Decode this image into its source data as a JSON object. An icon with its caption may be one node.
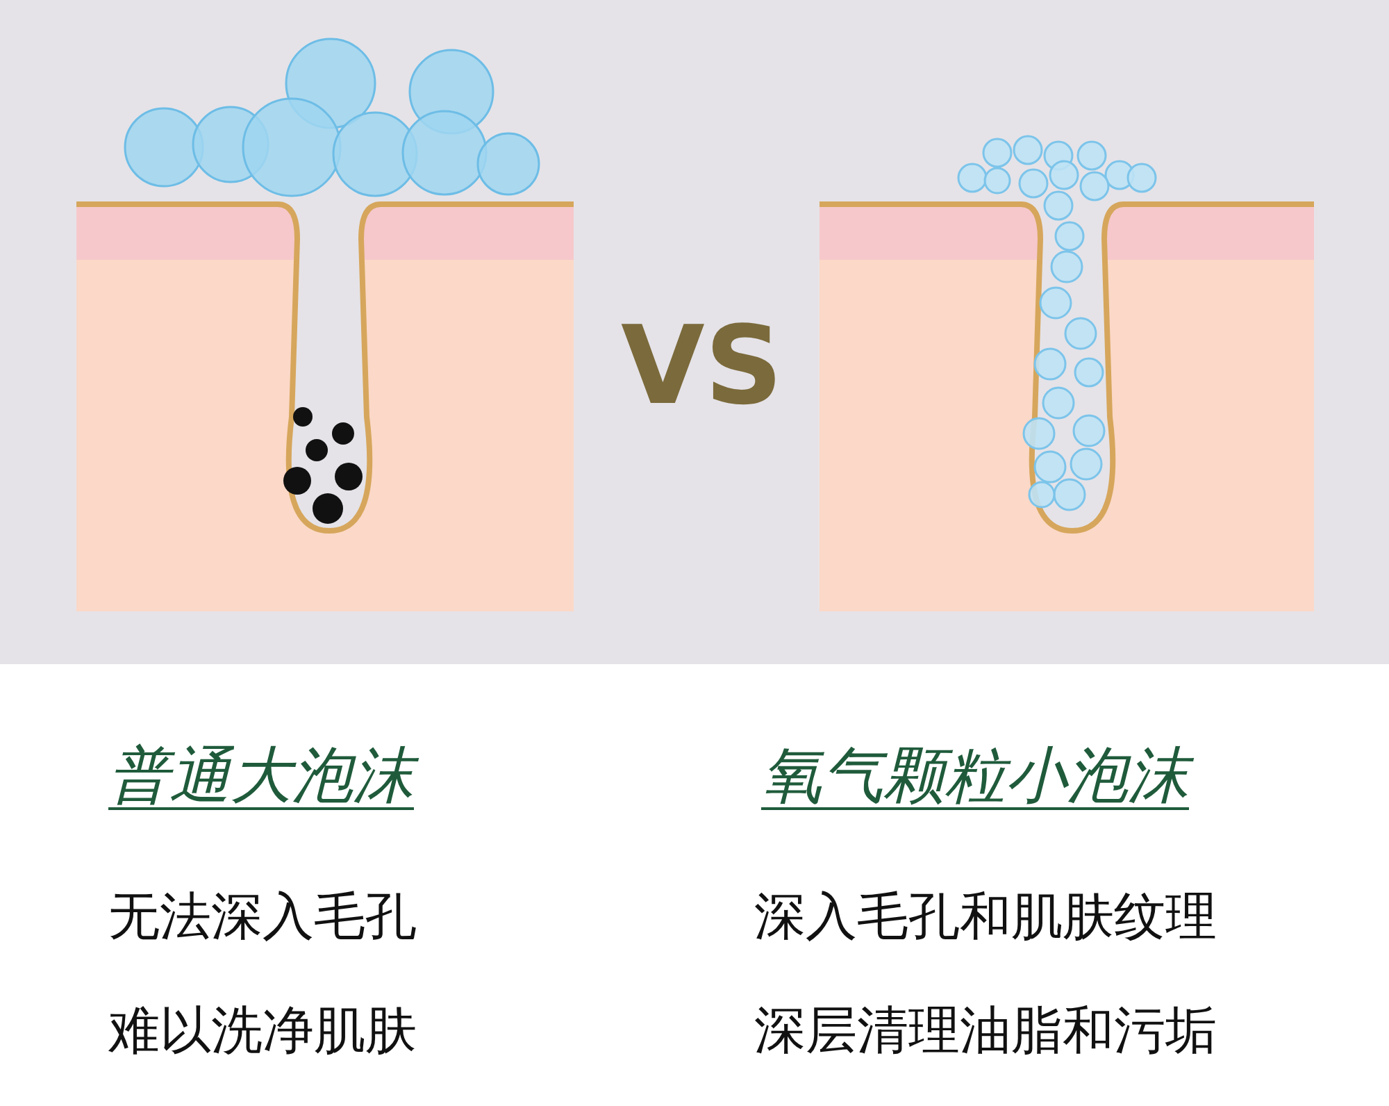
{
  "diagram": {
    "labels": [
      "VS",
      "普通大泡沫",
      "氧气颗粒小泡沫",
      "无法深入毛孔",
      "深入毛孔和肌肤纹理",
      "难以洗净肌肤",
      "深层清理油脂和污垢"
    ]
  }
}
